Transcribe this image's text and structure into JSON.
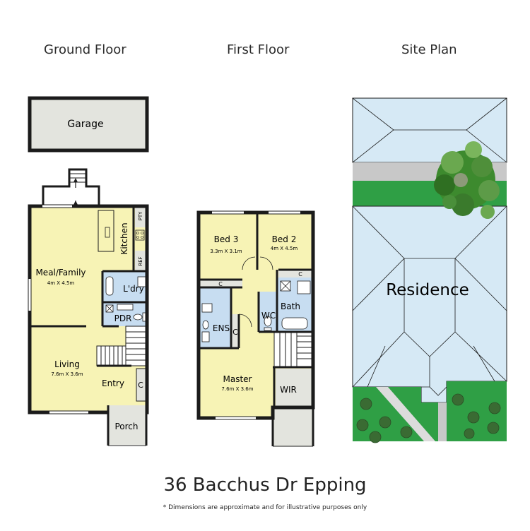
{
  "headings": {
    "ground": "Ground Floor",
    "first": "First Floor",
    "site": "Site Plan"
  },
  "ground": {
    "garage": "Garage",
    "kitchen": "Kitchen",
    "pty": "PTY",
    "ref": "REF",
    "meal_family": "Meal/Family",
    "meal_family_dim": "4m X 4.5m",
    "laundry": "L'dry",
    "pdr": "PDR",
    "living": "Living",
    "living_dim": "7.6m X 3.6m",
    "entry": "Entry",
    "cupboard": "C",
    "porch": "Porch"
  },
  "first": {
    "bed3": "Bed 3",
    "bed3_dim": "3.3m X 3.1m",
    "bed2": "Bed 2",
    "bed2_dim": "4m X 4.5m",
    "c_top_left": "C",
    "c_top_right": "C",
    "c_ens": "C",
    "ens": "ENS",
    "wc": "WC",
    "bath": "Bath",
    "master": "Master",
    "master_dim": "7.6m X 3.6m",
    "wir": "WIR"
  },
  "site": {
    "residence": "Residence"
  },
  "address": "36 Bacchus Dr Epping",
  "disclaimer": "* Dimensions are approximate and for illustrative purposes only",
  "colors": {
    "room": "#f7f3b5",
    "wet": "#c7ddf1",
    "grey": "#e3e4de",
    "roof": "#d6e9f5",
    "grass": "#2f9f45",
    "driveway": "#c8c8c8",
    "wall": "#1b1b1b"
  }
}
